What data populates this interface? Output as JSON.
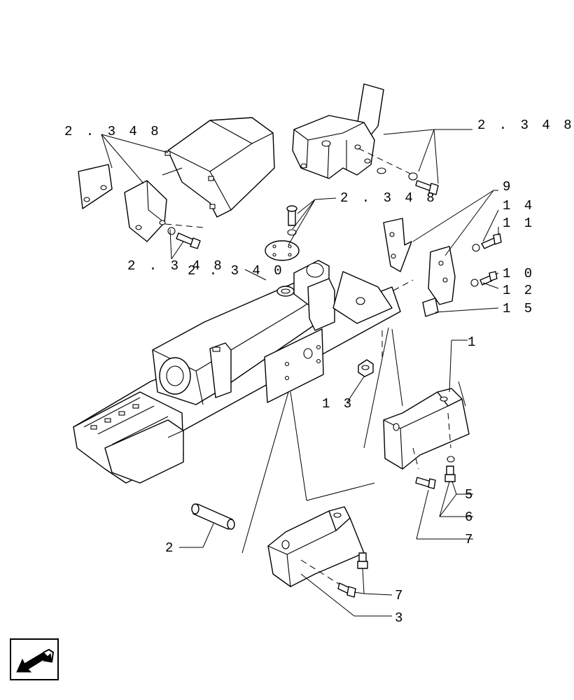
{
  "callouts": {
    "ref_2348_top_left": "2 . 3 4 8",
    "ref_2348_top_right": "2 . 3 4 8",
    "ref_2348_middle": "2 . 3 4 8",
    "ref_2348_bottom_left": "2 . 3 4 8",
    "ref_2340": "2 . 3 4 0",
    "part_1": "1",
    "part_2": "2",
    "part_3": "3",
    "part_5": "5",
    "part_6": "6",
    "part_7_right": "7",
    "part_7_bottom": "7",
    "part_9": "9",
    "part_10": "1 0",
    "part_11": "1 1",
    "part_12": "1 2",
    "part_13": "1 3",
    "part_14": "1 4",
    "part_15": "1 5"
  },
  "icons": {
    "navigation": "arrow-icon"
  },
  "colors": {
    "ink": "#000000",
    "paper": "#ffffff"
  }
}
